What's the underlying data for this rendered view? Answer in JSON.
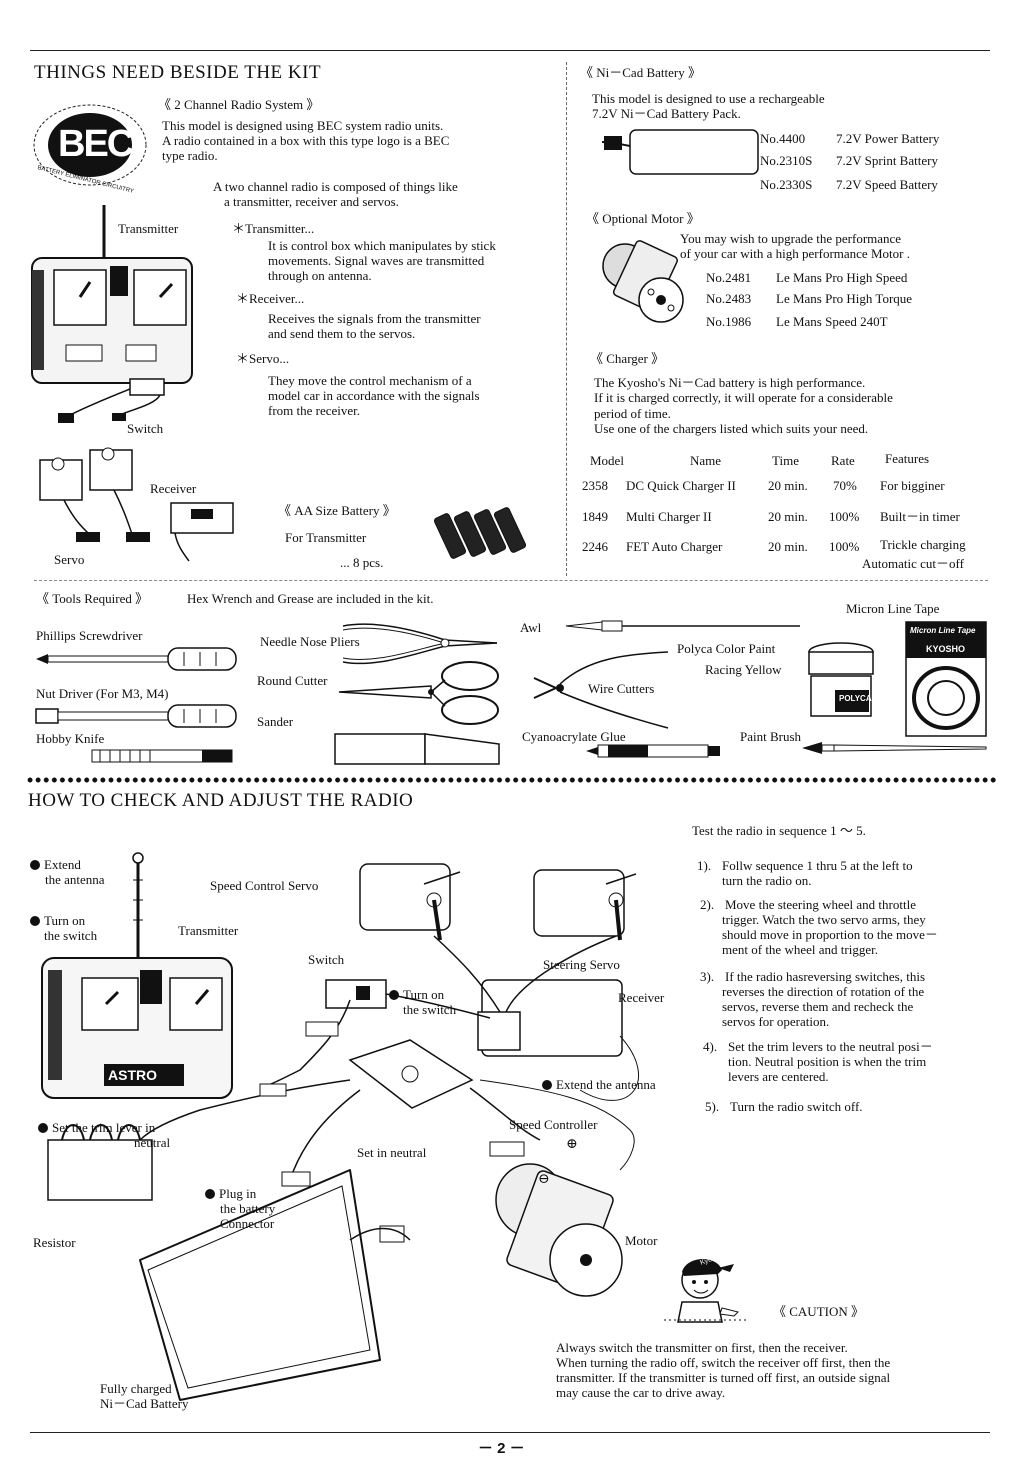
{
  "section1": {
    "title": "THINGS NEED BESIDE THE KIT",
    "bec_logo": {
      "big": "BEC",
      "ring_text": "BATTERY ELIMINATOR CIRCUITRY"
    },
    "radio_heading": "《 2 Channel Radio System 》",
    "radio_text": [
      "This model is designed using BEC system radio units.",
      "A radio contained in a box with this type logo is a BEC",
      "type radio."
    ],
    "radio_text2": [
      "A two channel radio is composed of things like",
      "a transmitter, receiver and servos."
    ],
    "labels": {
      "transmitter": "Transmitter",
      "switch": "Switch",
      "receiver": "Receiver",
      "servo": "Servo"
    },
    "transmitter_head": "＊Transmitter...",
    "transmitter_desc": [
      "It is control box which manipulates by stick",
      "movements. Signal waves are transmitted",
      "through on antenna."
    ],
    "receiver_head": "＊Receiver...",
    "receiver_desc": [
      "Receives the signals from the transmitter",
      "and send them to the servos."
    ],
    "servo_head": "＊Servo...",
    "servo_desc": [
      "They move the control mechanism of a",
      "model car in accordance with the signals",
      "from the receiver."
    ],
    "aa_heading": "《 AA Size Battery 》",
    "aa_for": "For Transmitter",
    "aa_qty": "... 8  pcs."
  },
  "nicad": {
    "heading": "《 Ni－Cad Battery 》",
    "text": [
      "This model is designed to use a rechargeable",
      "7.2V Ni－Cad Battery Pack."
    ],
    "items": [
      {
        "no": "No.4400",
        "name": "7.2V Power Battery"
      },
      {
        "no": "No.2310S",
        "name": "7.2V Sprint Battery"
      },
      {
        "no": "No.2330S",
        "name": "7.2V Speed Battery"
      }
    ]
  },
  "motor": {
    "heading": "《 Optional Motor 》",
    "text": [
      "You may wish to upgrade the performance",
      "of your car with a high performance Motor ."
    ],
    "items": [
      {
        "no": "No.2481",
        "name": "Le Mans Pro High Speed"
      },
      {
        "no": "No.2483",
        "name": "Le Mans Pro High Torque"
      },
      {
        "no": "No.1986",
        "name": "Le Mans Speed 240T"
      }
    ]
  },
  "charger": {
    "heading": "《 Charger 》",
    "text": [
      "The Kyosho's Ni－Cad battery is high performance.",
      "If it is charged correctly, it will operate for a considerable",
      "period of time.",
      "Use one of the chargers listed which suits your need."
    ],
    "headers": [
      "Model",
      "Name",
      "Time",
      "Rate",
      "Features"
    ],
    "rows": [
      [
        "2358",
        "DC Quick Charger II",
        "20 min.",
        "70%",
        "For bigginer"
      ],
      [
        "1849",
        "Multi Charger II",
        "20 min.",
        "100%",
        "Built－in timer"
      ],
      [
        "2246",
        "FET Auto Charger",
        "20 min.",
        "100%",
        "Trickle charging"
      ]
    ],
    "extra": "Automatic cut－off"
  },
  "tools": {
    "heading": "《 Tools Required 》",
    "note": "Hex Wrench  and Grease are included in the kit.",
    "phillips": "Phillips Screwdriver",
    "nut": "Nut Driver (For M3, M4)",
    "knife": "Hobby Knife",
    "pliers": "Needle Nose Pliers",
    "cutter": "Round Cutter",
    "sander": "Sander",
    "awl": "Awl",
    "wire": "Wire Cutters",
    "glue": "Cyanoacrylate Glue",
    "paint": "Polyca Color Paint",
    "paint2": "Racing Yellow",
    "paint_label": "POLYCA",
    "brush": "Paint Brush",
    "tape": "Micron Line Tape",
    "tape_label1": "Micron Line Tape",
    "tape_label2": "KYOSHO"
  },
  "section2": {
    "title": "HOW TO CHECK AND ADJUST THE RADIO",
    "test_intro": "Test the radio in sequence 1 ～ 5.",
    "steps": [
      {
        "n": "1).",
        "text": [
          "Follw sequence 1 thru 5 at the left to",
          "turn the radio on."
        ]
      },
      {
        "n": "2).",
        "text": [
          "Move the steering wheel and throttle",
          "trigger. Watch the two servo arms, they",
          "should move in proportion to the move－",
          "ment of the wheel and trigger."
        ]
      },
      {
        "n": "3).",
        "text": [
          "If the radio hasreversing switches, this",
          "reverses the direction of rotation of the",
          "servos, reverse them and recheck the",
          "servos for operation."
        ]
      },
      {
        "n": "4).",
        "text": [
          "Set the trim levers to the neutral posi－",
          "tion.  Neutral position is when the trim",
          "levers are centered."
        ]
      },
      {
        "n": "5).",
        "text": [
          "Turn the radio switch off."
        ]
      }
    ],
    "labels": {
      "extend1a": "Extend",
      "extend1b": "the antenna",
      "turn1a": "Turn on",
      "turn1b": "the switch",
      "transmitter": "Transmitter",
      "speed_servo": "Speed Control Servo",
      "switch": "Switch",
      "steering_servo": "Steering Servo",
      "turn2a": "Turn on",
      "turn2b": "the switch",
      "receiver": "Receiver",
      "extend2": "Extend the antenna",
      "trim_a": "Set the trim lever in",
      "trim_b": "neutral",
      "speed_controller": "Speed Controller",
      "neutral": "Set in neutral",
      "plug_a": "Plug in",
      "plug_b": "the battery",
      "plug_c": "Connector",
      "resistor": "Resistor",
      "motor": "Motor",
      "battery_a": "Fully charged",
      "battery_b": "Ni－Cad Battery",
      "astro": "ASTRO",
      "plus": "⊕",
      "minus": "⊖",
      "caution_cap": "Kyosho"
    },
    "caution_heading": "《 CAUTION 》",
    "caution_text": [
      "Always switch the transmitter on first, then the receiver.",
      "When turning the radio off, switch the receiver off first, then the",
      "transmitter. If the transmitter is turned off first, an outside signal",
      "may cause the car to drive away."
    ]
  },
  "page_number": "－ 2 －"
}
